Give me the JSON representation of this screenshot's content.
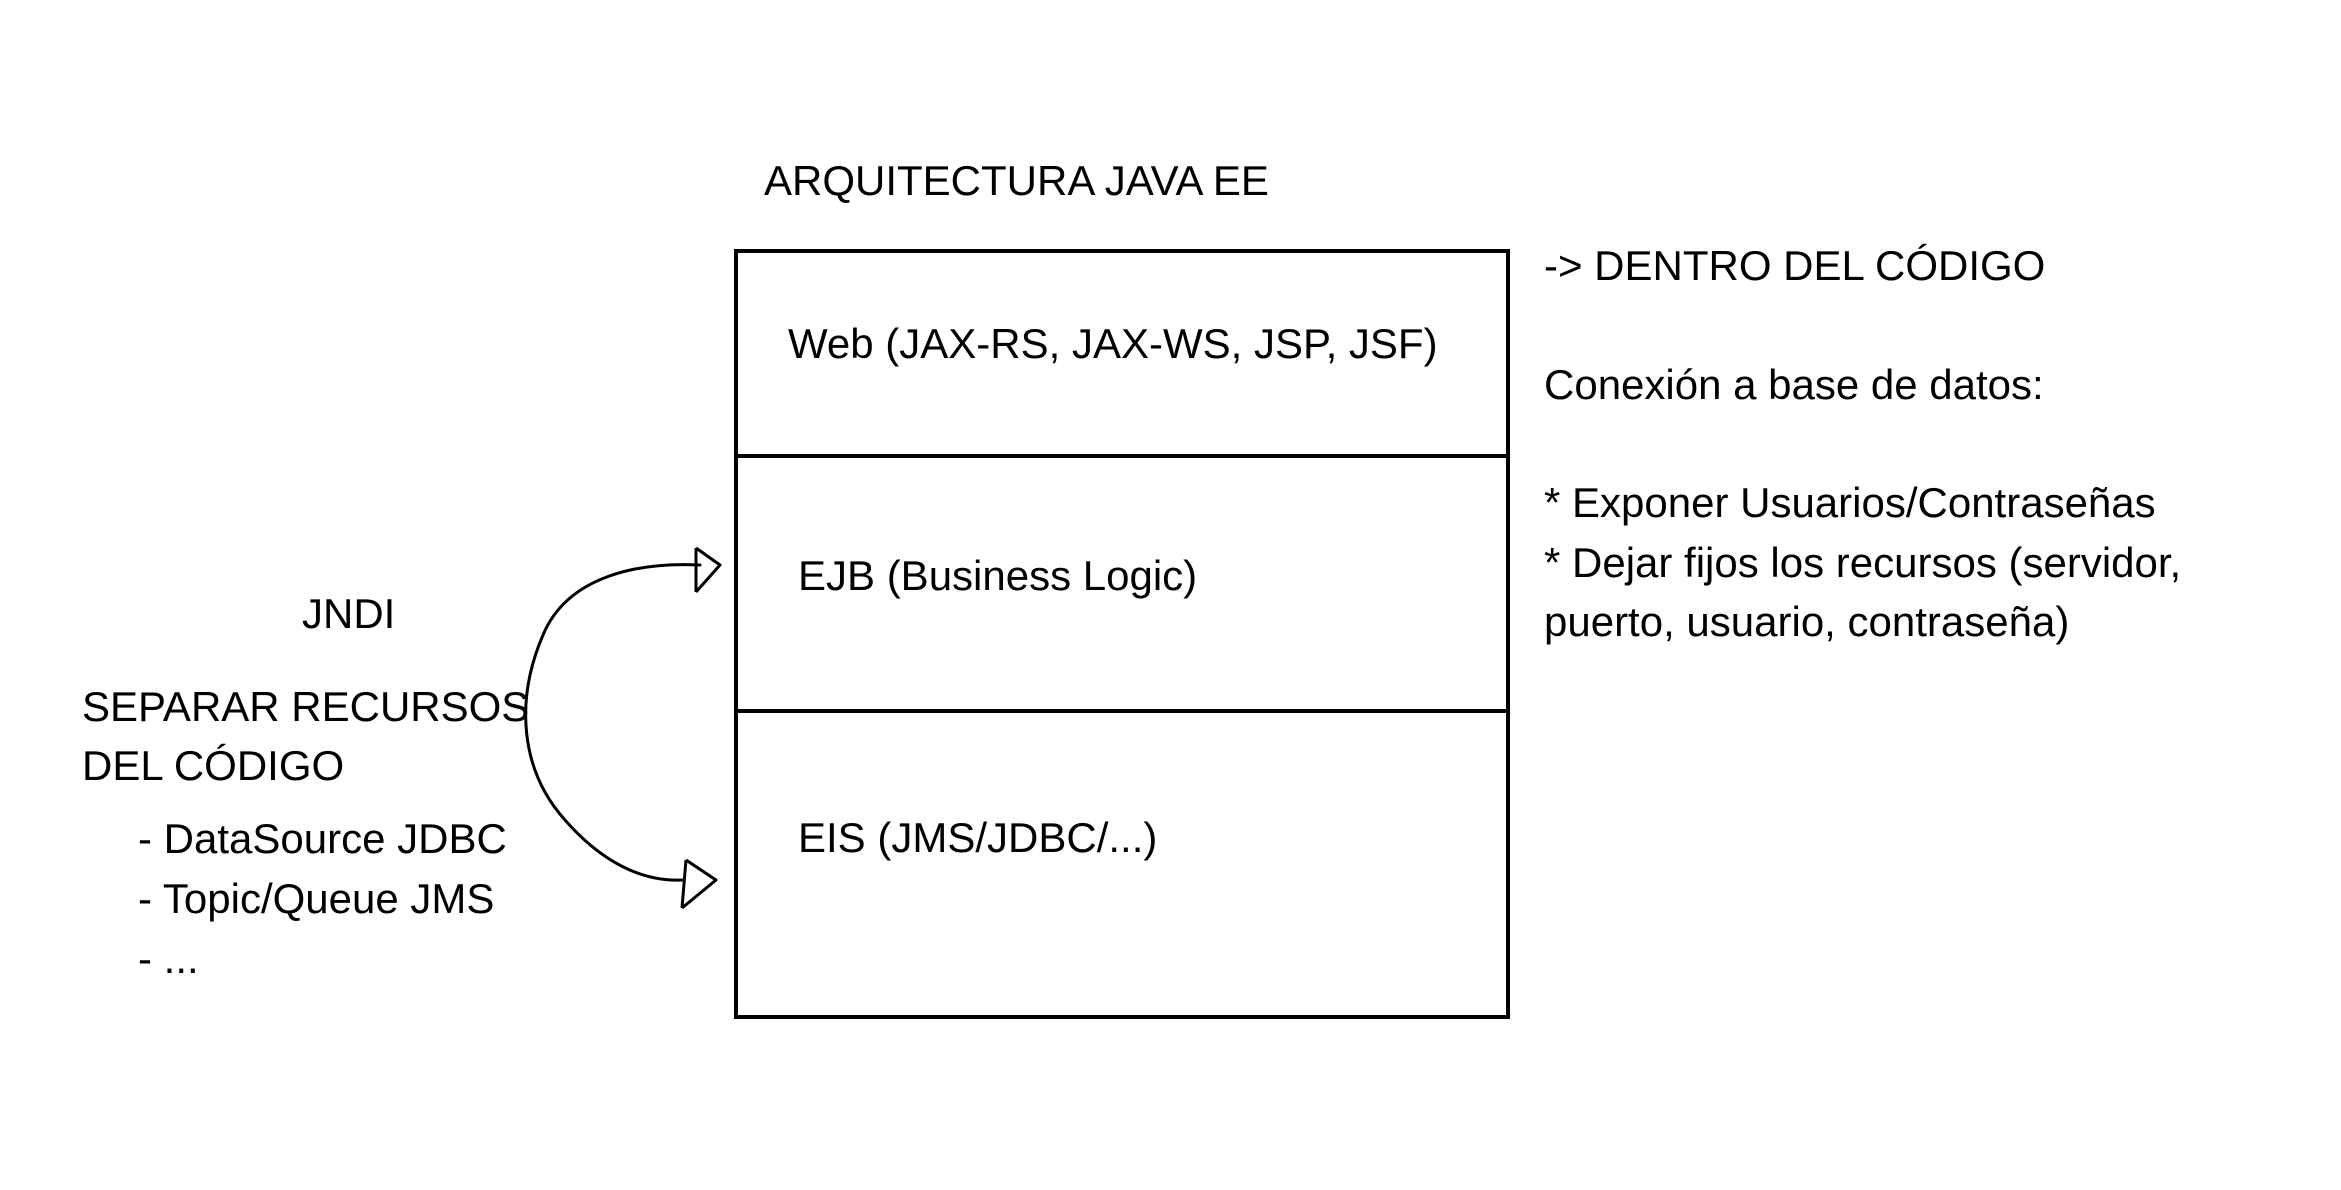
{
  "title": "ARQUITECTURA JAVA EE",
  "layers": {
    "web": "Web (JAX-RS, JAX-WS, JSP, JSF)",
    "ejb": "EJB (Business Logic)",
    "eis": "EIS (JMS/JDBC/...)"
  },
  "left": {
    "jndi": "JNDI",
    "separar_line1": "SEPARAR RECURSOS",
    "separar_line2": "DEL CÓDIGO",
    "items": [
      "- DataSource JDBC",
      "- Topic/Queue JMS",
      "- ..."
    ]
  },
  "right": {
    "heading": "-> DENTRO DEL CÓDIGO",
    "conexion": "Conexión a base de datos:",
    "bullet1": "* Exponer Usuarios/Contraseñas",
    "bullet2_line1": "* Dejar fijos los recursos (servidor,",
    "bullet2_line2": "puerto, usuario, contraseña)"
  }
}
